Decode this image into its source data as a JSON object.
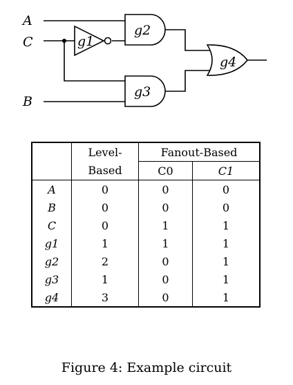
{
  "circuit": {
    "inputs": [
      "A",
      "C",
      "B"
    ],
    "gates": [
      {
        "id": "g1",
        "type": "NOT",
        "label": "g1"
      },
      {
        "id": "g2",
        "type": "AND",
        "label": "g2"
      },
      {
        "id": "g3",
        "type": "AND",
        "label": "g3"
      },
      {
        "id": "g4",
        "type": "OR",
        "label": "g4"
      }
    ],
    "connections": [
      [
        "C",
        "g1"
      ],
      [
        "A",
        "g2"
      ],
      [
        "g1",
        "g2"
      ],
      [
        "C",
        "g3"
      ],
      [
        "B",
        "g3"
      ],
      [
        "g2",
        "g4"
      ],
      [
        "g3",
        "g4"
      ]
    ]
  },
  "table": {
    "header": {
      "level_line1": "Level-",
      "level_line2": "Based",
      "fanout": "Fanout-Based",
      "c0": "C0",
      "c1": "C1"
    },
    "rows": [
      {
        "name": "A",
        "level": "0",
        "c0": "0",
        "c1": "0"
      },
      {
        "name": "B",
        "level": "0",
        "c0": "0",
        "c1": "0"
      },
      {
        "name": "C",
        "level": "0",
        "c0": "1",
        "c1": "1"
      },
      {
        "name": "g1",
        "level": "1",
        "c0": "1",
        "c1": "1"
      },
      {
        "name": "g2",
        "level": "2",
        "c0": "0",
        "c1": "1"
      },
      {
        "name": "g3",
        "level": "1",
        "c0": "0",
        "c1": "1"
      },
      {
        "name": "g4",
        "level": "3",
        "c0": "0",
        "c1": "1"
      }
    ]
  },
  "caption": "Figure 4: Example circuit"
}
